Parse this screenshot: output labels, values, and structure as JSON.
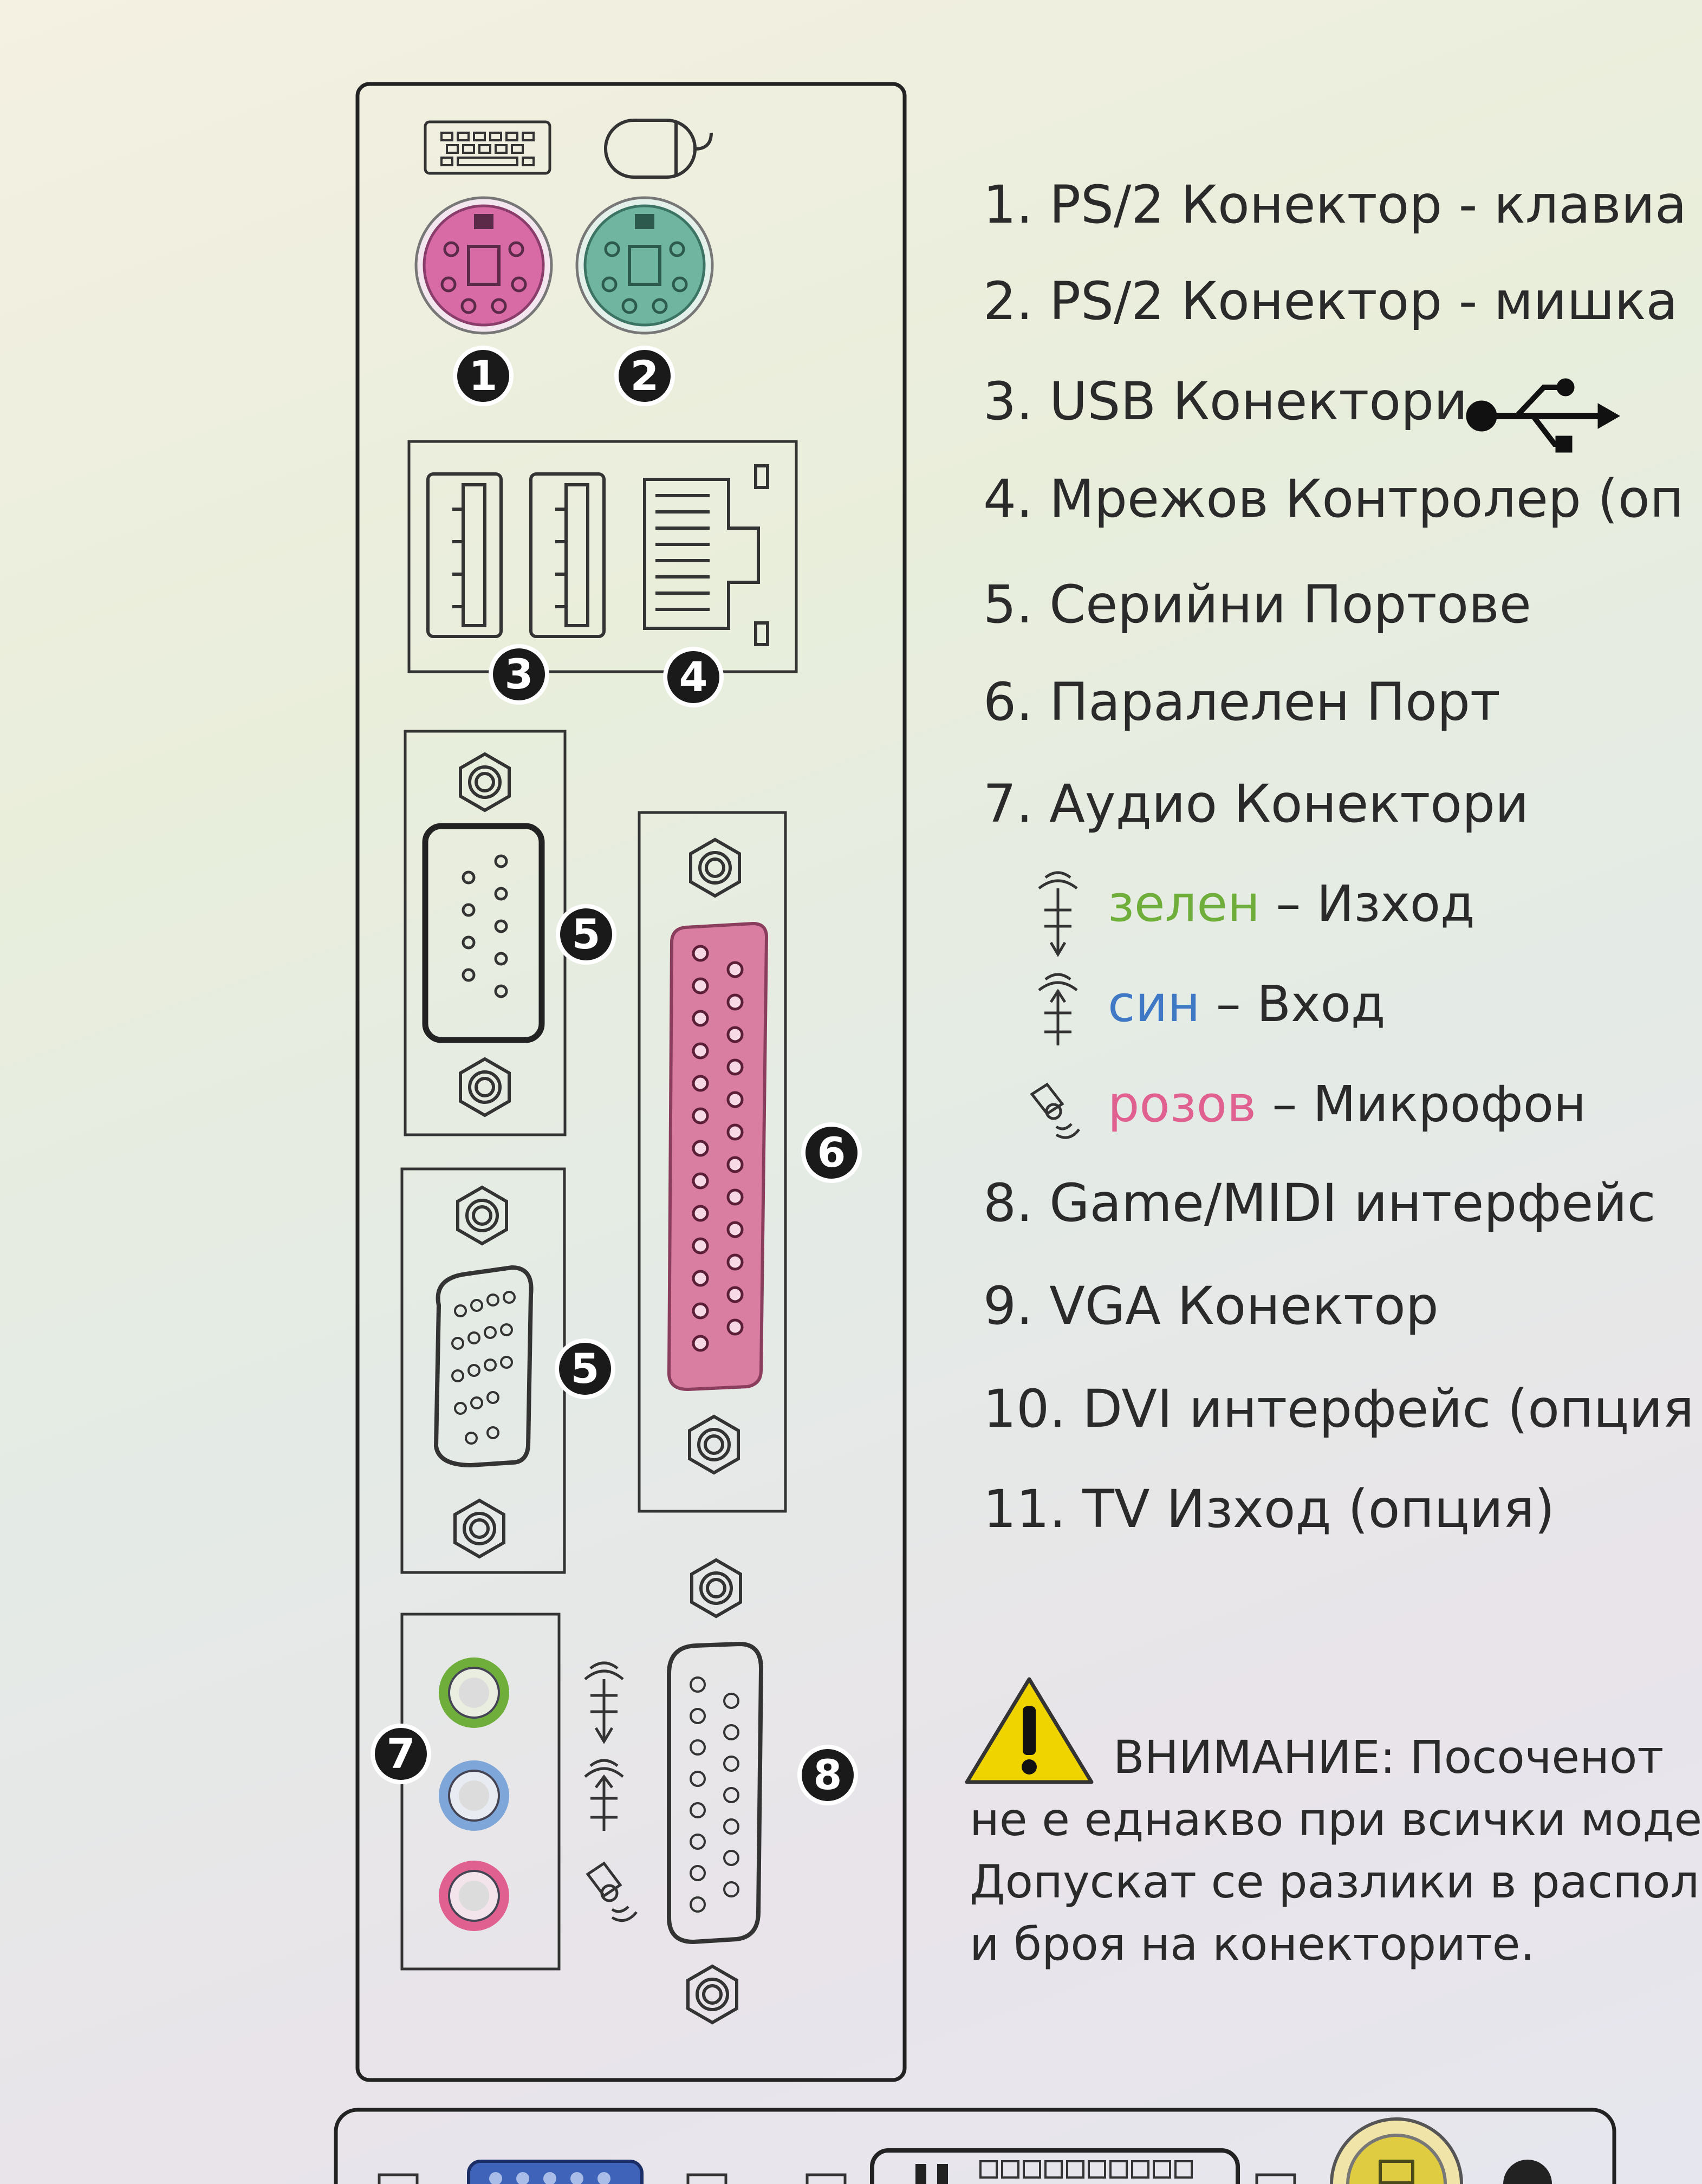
{
  "legend": {
    "items": [
      {
        "num": "1.",
        "text": "PS/2 Конектор - клавиа"
      },
      {
        "num": "2.",
        "text": "PS/2 Конектор - мишка"
      },
      {
        "num": "3.",
        "text": "USB Конектори"
      },
      {
        "num": "4.",
        "text": "Мрежов Контролер (оп"
      },
      {
        "num": "5.",
        "text": "Серийни Портове"
      },
      {
        "num": "6.",
        "text": "Паралелен Порт"
      },
      {
        "num": "7.",
        "text": "Аудио Конектори"
      },
      {
        "num": "8.",
        "text": "Game/MIDI интерфейс"
      },
      {
        "num": "9.",
        "text": "VGA Конектор"
      },
      {
        "num": "10.",
        "text": "DVI интерфейс (опция"
      },
      {
        "num": "11.",
        "text": "TV Изход (опция)"
      }
    ],
    "audio": [
      {
        "color_word": "зелен",
        "desc": "– Изход",
        "icon": "audio-out-icon"
      },
      {
        "color_word": "син",
        "desc": "– Вход",
        "icon": "audio-in-icon"
      },
      {
        "color_word": "розов",
        "desc": "– Микрофон",
        "icon": "microphone-icon"
      }
    ]
  },
  "warning": {
    "title": "ВНИМАНИЕ: Посоченот",
    "lines": [
      "не е еднакво при всички моде",
      "Допускат се разлики в распол",
      "и броя на конекторите."
    ],
    "icon": "warning-triangle-icon"
  },
  "diagram": {
    "badges": [
      "1",
      "2",
      "3",
      "4",
      "5",
      "6",
      "5",
      "7",
      "8"
    ]
  },
  "colors": {
    "ps2_keyboard": "#d86aa6",
    "ps2_mouse": "#6fb5a0",
    "parallel": "#d97ea0",
    "audio_green": "#6fae3a",
    "audio_blue": "#7fa6d8",
    "audio_pink": "#e0608f",
    "warning_yellow": "#f0d400",
    "badge": "#1a1a1a"
  }
}
